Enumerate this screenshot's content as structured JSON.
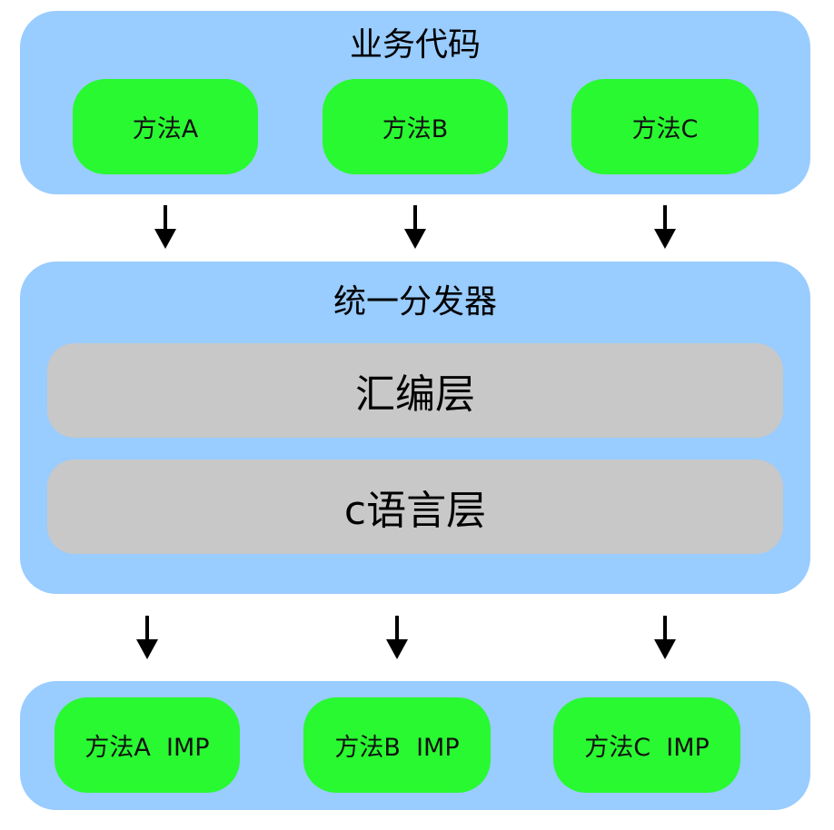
{
  "top_panel": {
    "title": "业务代码",
    "methods": [
      "方法A",
      "方法B",
      "方法C"
    ]
  },
  "middle_panel": {
    "title": "统一分发器",
    "layers": [
      "汇编层",
      "c语言层"
    ]
  },
  "bottom_panel": {
    "methods": [
      "方法A  IMP",
      "方法B  IMP",
      "方法C  IMP"
    ]
  },
  "colors": {
    "panel": "#99ccff",
    "method_box": "#29f931",
    "layer_box": "#c8c8c8",
    "arrow": "#000000"
  },
  "icons": {
    "arrow": "arrow-down-icon"
  }
}
